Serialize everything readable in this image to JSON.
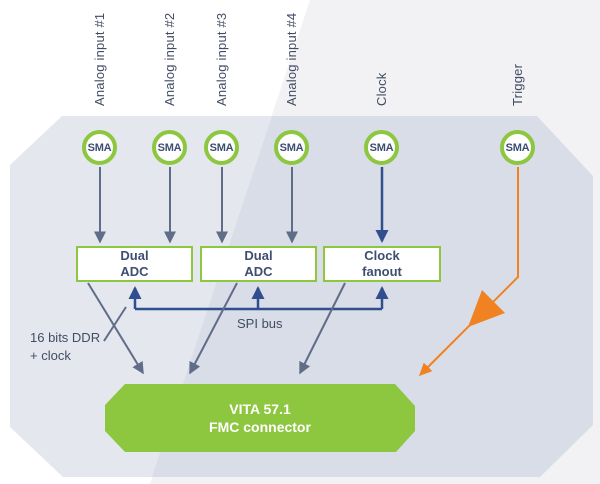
{
  "top_labels": [
    "Analog input #1",
    "Analog input #2",
    "Analog input #3",
    "Analog input #4",
    "Clock",
    "Trigger"
  ],
  "sma": {
    "label": "SMA"
  },
  "blocks": [
    {
      "line1": "Dual",
      "line2": "ADC"
    },
    {
      "line1": "Dual",
      "line2": "ADC"
    },
    {
      "line1": "Clock",
      "line2": "fanout"
    }
  ],
  "bus": {
    "spi_label": "SPI bus",
    "ddr_label_line1": "16 bits DDR",
    "ddr_label_line2": "+ clock"
  },
  "fmc": {
    "line1": "VITA 57.1",
    "line2": "FMC connector"
  },
  "colors": {
    "green": "#8dc63f",
    "navy": "#2f4f8e",
    "slate": "#606d89",
    "orange": "#f08221",
    "board_panel": "#d8dde7",
    "text_navy": "#3e4e72"
  }
}
